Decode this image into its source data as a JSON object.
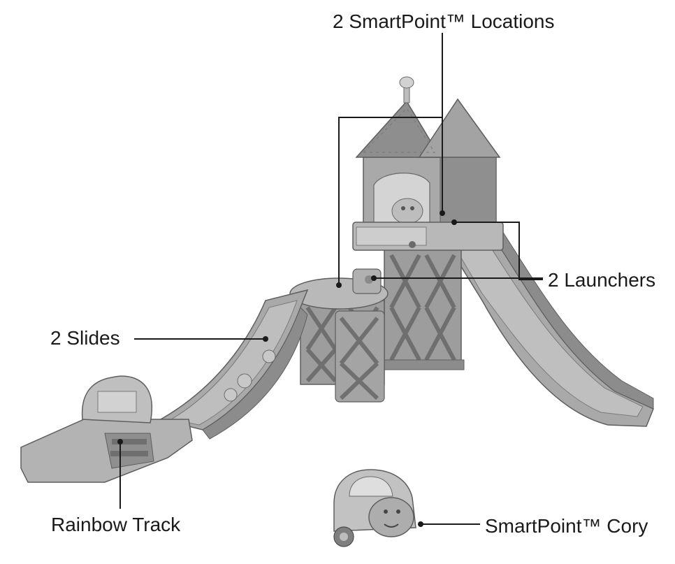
{
  "callouts": {
    "smartpoint_locations": "2 SmartPoint™ Locations",
    "launchers": "2 Launchers",
    "slides": "2 Slides",
    "rainbow_track": "Rainbow Track",
    "smartpoint_cory": "SmartPoint™ Cory"
  },
  "colors": {
    "toy_body": "#a9a9a9",
    "toy_shadow": "#8c8c8c",
    "toy_highlight": "#cfcfcf",
    "outline": "#5e5e5e",
    "leader_line": "#1a1a1a"
  }
}
